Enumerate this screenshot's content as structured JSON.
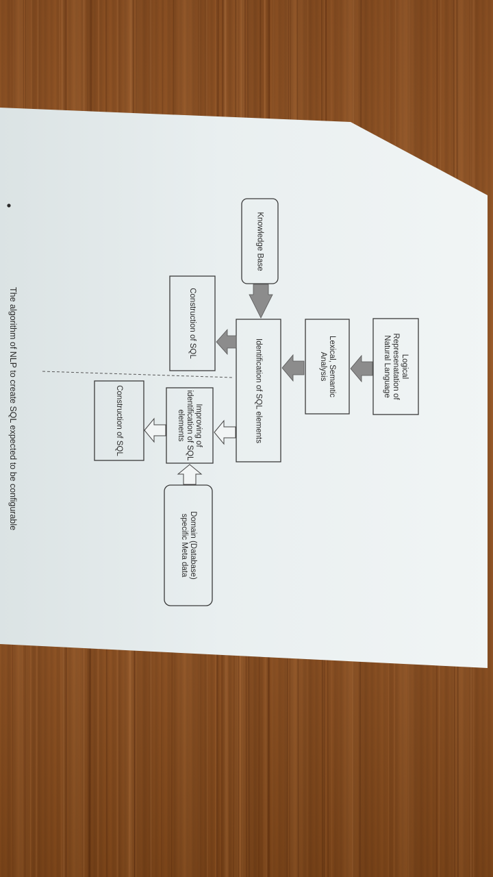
{
  "diagram": {
    "nodes": {
      "logical": [
        "Logical",
        "Represenatation of",
        "Natural Language"
      ],
      "lexical": [
        "Lexical, Semantic",
        "Analysis"
      ],
      "identification": "Identification of SQL elements",
      "knowledge_base": "Knowledge Base",
      "construction_upper": "Construction of SQL",
      "improving": [
        "Improving of",
        "identification of SQL",
        "elements"
      ],
      "construction_lower": "Construction of SQL",
      "domain": [
        "Domain (Database)",
        "specific Meta data"
      ]
    },
    "bullet_text": "The algorithm of NLP to create SQL expected to be configurable"
  },
  "colors": {
    "paper": "#eef2f3",
    "box_border": "#3a3a3a",
    "arrow_fill_dark": "#8c8c8c",
    "arrow_fill_hollow": "#f2f5f5"
  }
}
